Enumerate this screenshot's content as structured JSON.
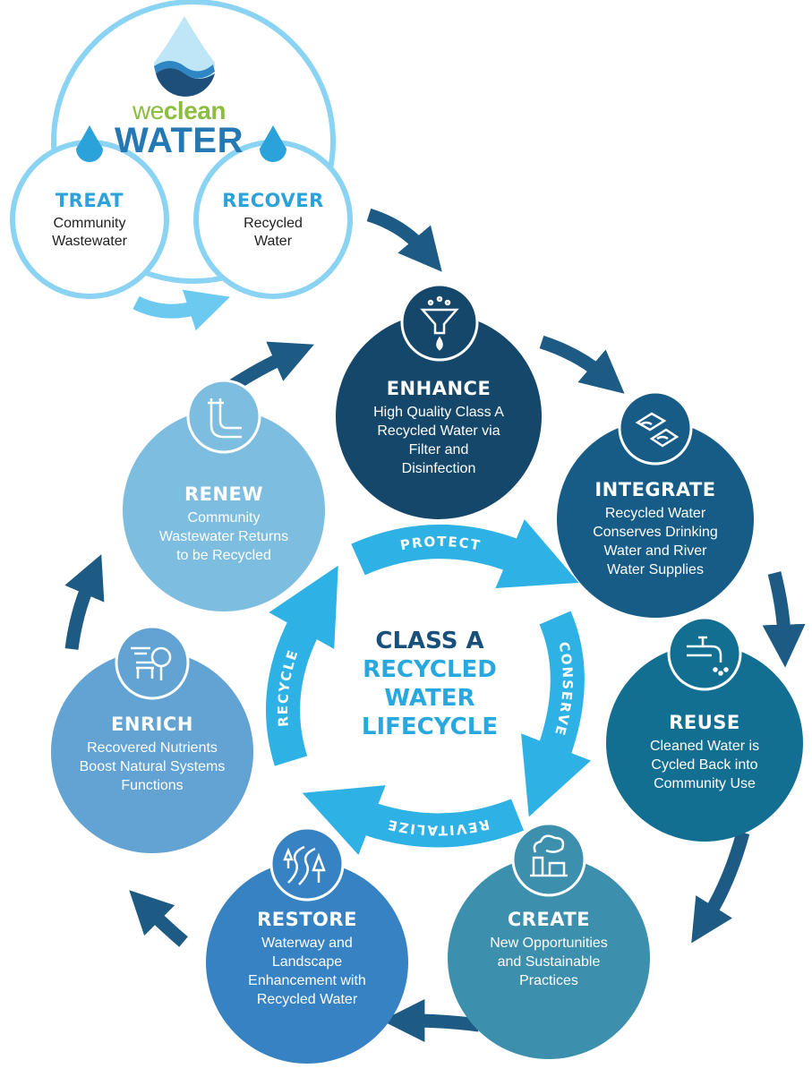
{
  "logo": {
    "brand_prefix": "we",
    "brand_suffix": "clean",
    "brand_main": "WATER"
  },
  "intro_steps": [
    {
      "id": "treat",
      "title": "TREAT",
      "desc": [
        "Community",
        "Wastewater"
      ]
    },
    {
      "id": "recover",
      "title": "RECOVER",
      "desc": [
        "Recycled",
        "Water"
      ]
    }
  ],
  "lifecycle": [
    {
      "id": "enhance",
      "title": "ENHANCE",
      "desc": [
        "High Quality Class A",
        "Recycled Water via",
        "Filter and",
        "Disinfection"
      ],
      "color": "#14476a",
      "icon": "funnel-filter-icon"
    },
    {
      "id": "integrate",
      "title": "INTEGRATE",
      "desc": [
        "Recycled Water",
        "Conserves Drinking",
        "Water and River",
        "Water Supplies"
      ],
      "color": "#175c86",
      "icon": "water-supply-icon"
    },
    {
      "id": "reuse",
      "title": "REUSE",
      "desc": [
        "Cleaned Water is",
        "Cycled Back into",
        "Community Use"
      ],
      "color": "#136f92",
      "icon": "faucet-icon"
    },
    {
      "id": "create",
      "title": "CREATE",
      "desc": [
        "New Opportunities",
        "and Sustainable",
        "Practices"
      ],
      "color": "#3d8fae",
      "icon": "factory-icon"
    },
    {
      "id": "restore",
      "title": "RESTORE",
      "desc": [
        "Waterway and",
        "Landscape",
        "Enhancement with",
        "Recycled Water"
      ],
      "color": "#3782c3",
      "icon": "river-trees-icon"
    },
    {
      "id": "enrich",
      "title": "ENRICH",
      "desc": [
        "Recovered Nutrients",
        "Boost Natural Systems",
        "Functions"
      ],
      "color": "#62a3d3",
      "icon": "park-bench-icon"
    },
    {
      "id": "renew",
      "title": "RENEW",
      "desc": [
        "Community",
        "Wastewater Returns",
        "to be Recycled"
      ],
      "color": "#7dbde0",
      "icon": "pipe-icon"
    }
  ],
  "center": {
    "line1": "CLASS A",
    "line2": "RECYCLED",
    "line3": "WATER",
    "line4": "LIFECYCLE"
  },
  "ring": [
    "PROTECT",
    "CONSERVE",
    "REVITALIZE",
    "RECYCLE"
  ],
  "colors": {
    "intro_circle_stroke": "#8ad3f2",
    "intro_title": "#2ba3da",
    "outer_arrow": "#1d5b85",
    "intro_arrow": "#6ccaf1",
    "ring_arrow": "#2eb2e5",
    "brand_green": "#8cbd3f",
    "brand_blue": "#2478b3"
  }
}
